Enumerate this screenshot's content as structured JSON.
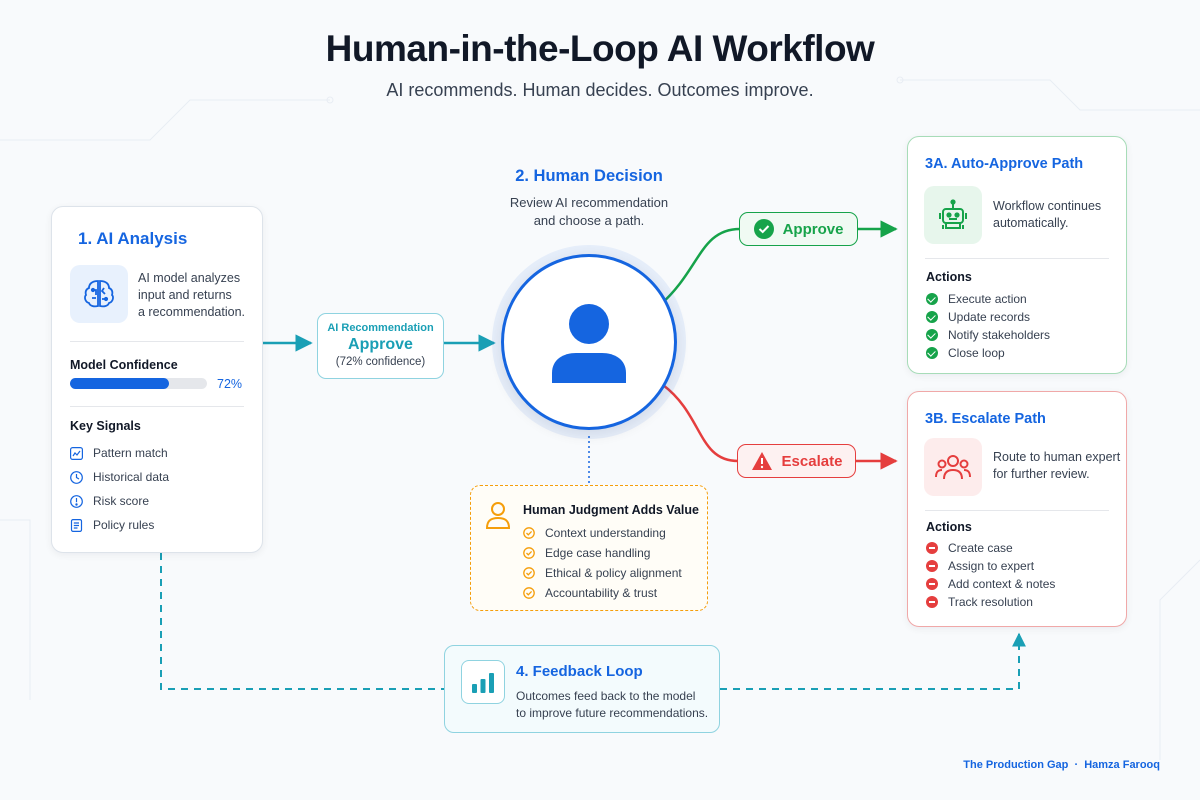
{
  "header": {
    "title": "Human-in-the-Loop AI Workflow",
    "subtitle": "AI recommends. Human decides. Outcomes improve."
  },
  "colors": {
    "blue": "#1565e0",
    "teal": "#1a9fb5",
    "green": "#16a34a",
    "red": "#e53e3e",
    "orange": "#f59e0b"
  },
  "ai_analysis": {
    "title": "1.  AI Analysis",
    "icon": "brain-icon",
    "description_lines": [
      "AI model analyzes",
      "input and returns",
      "a recommendation."
    ],
    "confidence_label": "Model Confidence",
    "confidence_value": 0.72,
    "confidence_text": "72%",
    "signals_label": "Key Signals",
    "signals": [
      {
        "label": "Pattern match",
        "icon": "chart-icon"
      },
      {
        "label": "Historical data",
        "icon": "history-icon"
      },
      {
        "label": "Risk score",
        "icon": "alert-icon"
      },
      {
        "label": "Policy rules",
        "icon": "document-icon"
      }
    ]
  },
  "recommendation": {
    "label": "AI Recommendation",
    "value": "Approve",
    "confidence": "(72% confidence)"
  },
  "human_decision": {
    "title": "2. Human Decision",
    "description_lines": [
      "Review AI recommendation",
      "and choose a path."
    ],
    "icon": "person-icon"
  },
  "judgment": {
    "title": "Human Judgment Adds Value",
    "icon": "person-outline-icon",
    "items": [
      "Context understanding",
      "Edge case handling",
      "Ethical & policy alignment",
      "Accountability & trust"
    ]
  },
  "approve_pill": {
    "label": "Approve",
    "icon": "check-circle-icon"
  },
  "escalate_pill": {
    "label": "Escalate",
    "icon": "warning-icon"
  },
  "auto_approve": {
    "title": "3A. Auto-Approve Path",
    "icon": "robot-icon",
    "description_lines": [
      "Workflow continues",
      "automatically."
    ],
    "actions_label": "Actions",
    "actions": [
      "Execute action",
      "Update records",
      "Notify stakeholders",
      "Close loop"
    ]
  },
  "escalate": {
    "title": "3B. Escalate Path",
    "icon": "team-icon",
    "description_lines": [
      "Route to human expert",
      "for further review."
    ],
    "actions_label": "Actions",
    "actions": [
      "Create case",
      "Assign to expert",
      "Add context & notes",
      "Track resolution"
    ]
  },
  "feedback": {
    "title": "4. Feedback Loop",
    "icon": "bar-chart-icon",
    "description_lines": [
      "Outcomes feed back to the model",
      "to improve future recommendations."
    ]
  },
  "footer": {
    "source": "The Production Gap",
    "separator": "·",
    "author": "Hamza Farooq"
  }
}
